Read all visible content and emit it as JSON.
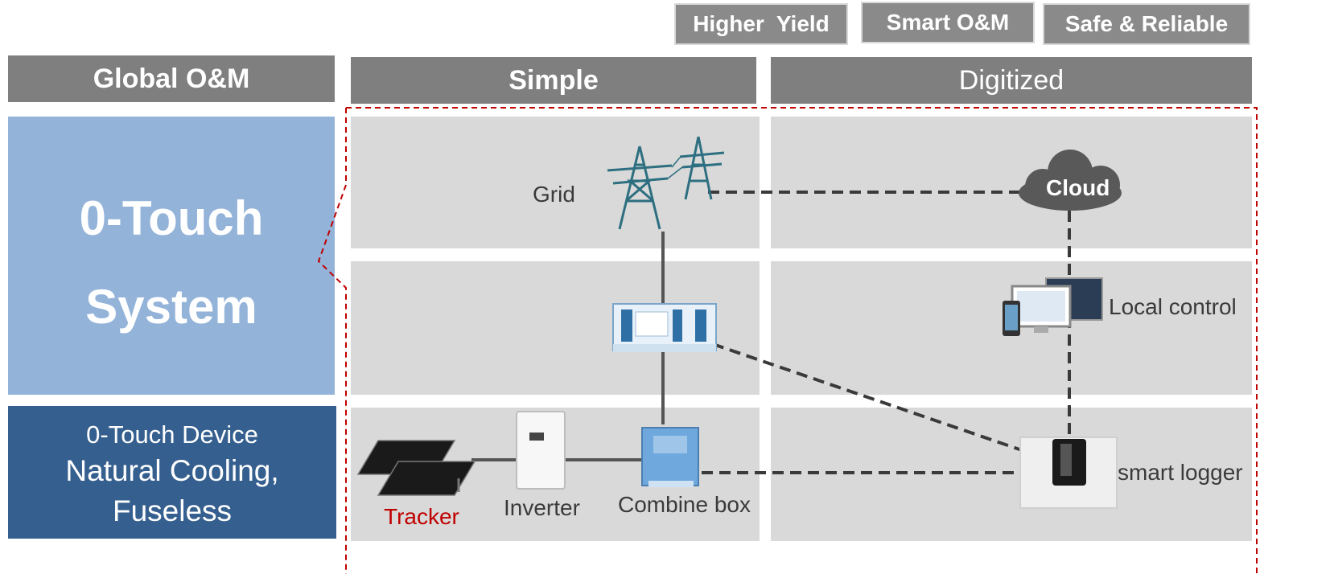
{
  "top_tags": [
    "Higher  Yield",
    "Smart O&M",
    "Safe & Reliable"
  ],
  "headers": {
    "global": "Global O&M",
    "simple": "Simple",
    "digitized": "Digitized"
  },
  "left_panel": {
    "title_line1": "0-Touch",
    "title_line2": "System",
    "device_line1": "0-Touch Device",
    "device_line2": "Natural Cooling,",
    "device_line3": "Fuseless"
  },
  "nodes": {
    "grid": "Grid",
    "cloud": "Cloud",
    "local_control": "Local control",
    "smart_logger": "smart logger",
    "tracker": "Tracker",
    "inverter": "Inverter",
    "combine_box": "Combine box"
  },
  "colors": {
    "panel_light": "#93b3d9",
    "panel_dark": "#355f8f",
    "header_gray": "#7f7f7f",
    "cell_gray": "#d9d9d9",
    "dashed_red": "#c00000",
    "tracker_red": "#c00000"
  }
}
